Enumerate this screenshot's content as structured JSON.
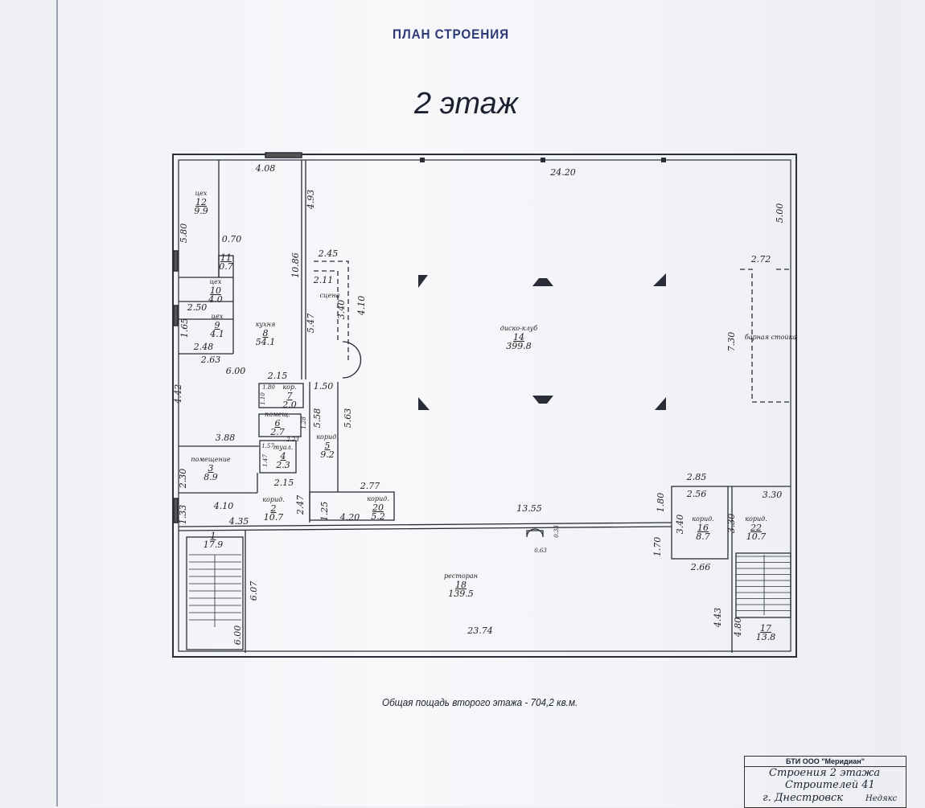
{
  "header": {
    "title": "ПЛАН СТРОЕНИЯ",
    "floor": "2 этаж"
  },
  "dims": [
    "4.08",
    "24.20",
    "5.00",
    "4.93",
    "5.80",
    "0.70",
    "10.86",
    "2.45",
    "2.11",
    "3.40",
    "4.10",
    "5.47",
    "2.72",
    "7.30",
    "2.50",
    "1.65",
    "2.48",
    "2.63",
    "6.00",
    "4.42",
    "2.15",
    "1.80",
    "1.10",
    "1.50",
    "5.58",
    "5.63",
    "1.28",
    "2.23",
    "3.88",
    "1.57",
    "1.47",
    "2.30",
    "2.15",
    "2.77",
    "4.10",
    "2.47",
    "1.25",
    "4.20",
    "13.55",
    "1.80",
    "2.85",
    "2.56",
    "3.30",
    "3.40",
    "3.30",
    "1.33",
    "4.35",
    "0.33",
    "0.63",
    "1.70",
    "2.66",
    "6.07",
    "4.43",
    "4.80",
    "6.00",
    "23.74"
  ],
  "rooms": [
    {
      "type": "цех",
      "num": "12",
      "area": "9.9"
    },
    {
      "type": "",
      "num": "11",
      "area": "0.7"
    },
    {
      "type": "цех",
      "num": "10",
      "area": "4.0"
    },
    {
      "type": "цех",
      "num": "9",
      "area": "4.1"
    },
    {
      "type": "кухня",
      "num": "8",
      "area": "54.1"
    },
    {
      "type": "сцена",
      "num": "",
      "area": ""
    },
    {
      "type": "диско-клуб",
      "num": "14",
      "area": "399.8"
    },
    {
      "type": "барная стойка",
      "num": "",
      "area": ""
    },
    {
      "type": "кор.",
      "num": "7",
      "area": "2.0"
    },
    {
      "type": "помещ.",
      "num": "6",
      "area": "2.7"
    },
    {
      "type": "туал.",
      "num": "4",
      "area": "2.3"
    },
    {
      "type": "корид.",
      "num": "5",
      "area": "9.2"
    },
    {
      "type": "помещение",
      "num": "3",
      "area": "8.9"
    },
    {
      "type": "корид.",
      "num": "2",
      "area": "10.7"
    },
    {
      "type": "корид.",
      "num": "20",
      "area": "5.2"
    },
    {
      "type": "корид.",
      "num": "16",
      "area": "8.7"
    },
    {
      "type": "корид.",
      "num": "22",
      "area": "10.7"
    },
    {
      "type": "",
      "num": "1",
      "area": "17.9"
    },
    {
      "type": "ресторан",
      "num": "18",
      "area": "139.5"
    },
    {
      "type": "",
      "num": "17",
      "area": "13.8"
    }
  ],
  "footer": "Общая пощадь второго этажа - 704,2 кв.м.",
  "stamp": {
    "org": "БТИ ООО \"Меридиан\"",
    "line1": "Строения 2 этажа",
    "line2": "Строителей 41",
    "line3": "г. Днестровск",
    "signature": "Недякс"
  }
}
